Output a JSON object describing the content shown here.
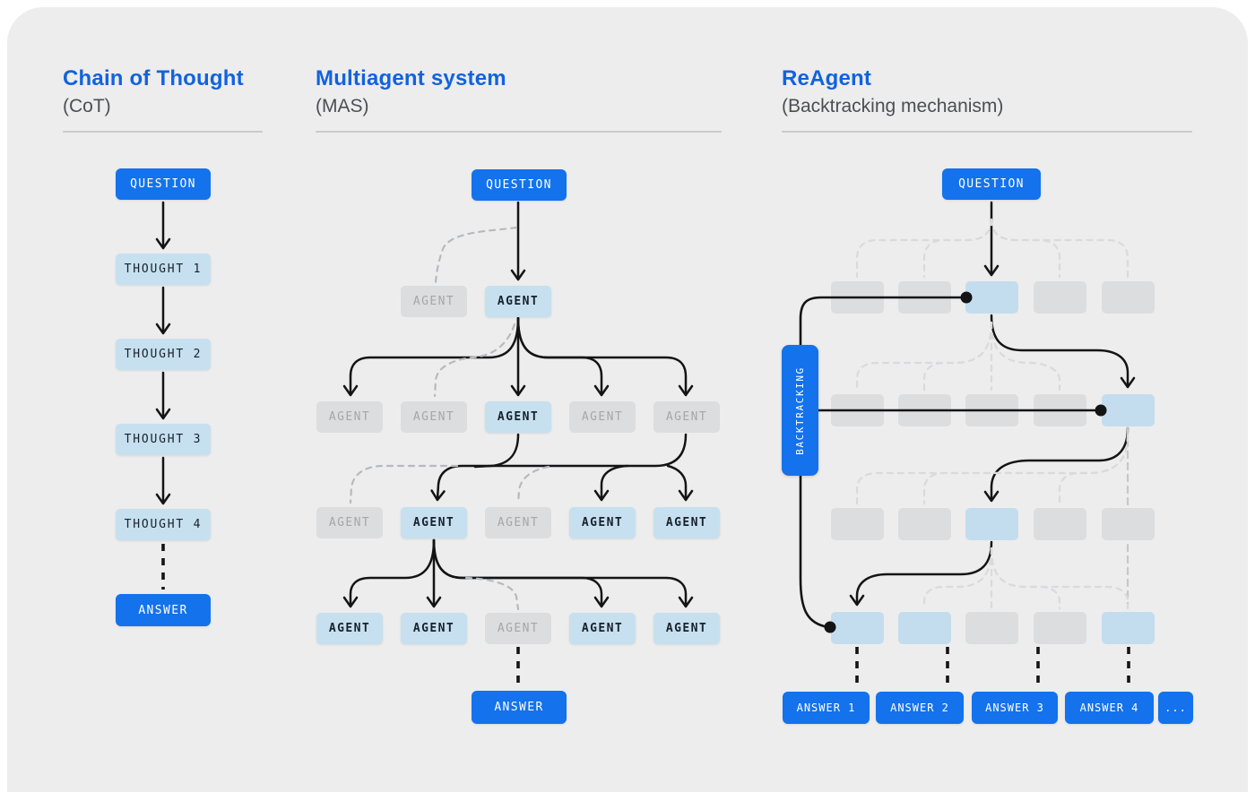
{
  "panels": {
    "cot": {
      "title": "Chain of Thought",
      "subtitle": "(CoT)",
      "question_label": "QUESTION",
      "thoughts": [
        "THOUGHT 1",
        "THOUGHT 2",
        "THOUGHT 3",
        "THOUGHT 4"
      ],
      "answer_label": "ANSWER"
    },
    "mas": {
      "title": "Multiagent system",
      "subtitle": "(MAS)",
      "question_label": "QUESTION",
      "agent_label": "AGENT",
      "answer_label": "ANSWER",
      "rows_active": [
        [
          false,
          true
        ],
        [
          false,
          false,
          true,
          false,
          false
        ],
        [
          false,
          true,
          false,
          true,
          true
        ],
        [
          true,
          true,
          false,
          true,
          true
        ]
      ]
    },
    "reagent": {
      "title": "ReAgent",
      "subtitle": "(Backtracking mechanism)",
      "question_label": "QUESTION",
      "backtracking_label": "BACKTRACKING",
      "answers": [
        "ANSWER 1",
        "ANSWER 2",
        "ANSWER 3",
        "ANSWER 4",
        "..."
      ],
      "rows_active": [
        [
          false,
          false,
          true,
          false,
          false
        ],
        [
          false,
          false,
          false,
          false,
          true
        ],
        [
          false,
          false,
          true,
          false,
          false
        ],
        [
          true,
          true,
          false,
          false,
          true
        ]
      ]
    }
  },
  "colors": {
    "accent_blue": "#1372ec",
    "light_blue": "#c7e0ef",
    "inactive_gray": "#dcddde",
    "title_blue": "#1163dd",
    "canvas_gray": "#ededee",
    "line_black": "#141414",
    "dash_gray": "#b7babd",
    "dash_light": "#d9dadb"
  }
}
